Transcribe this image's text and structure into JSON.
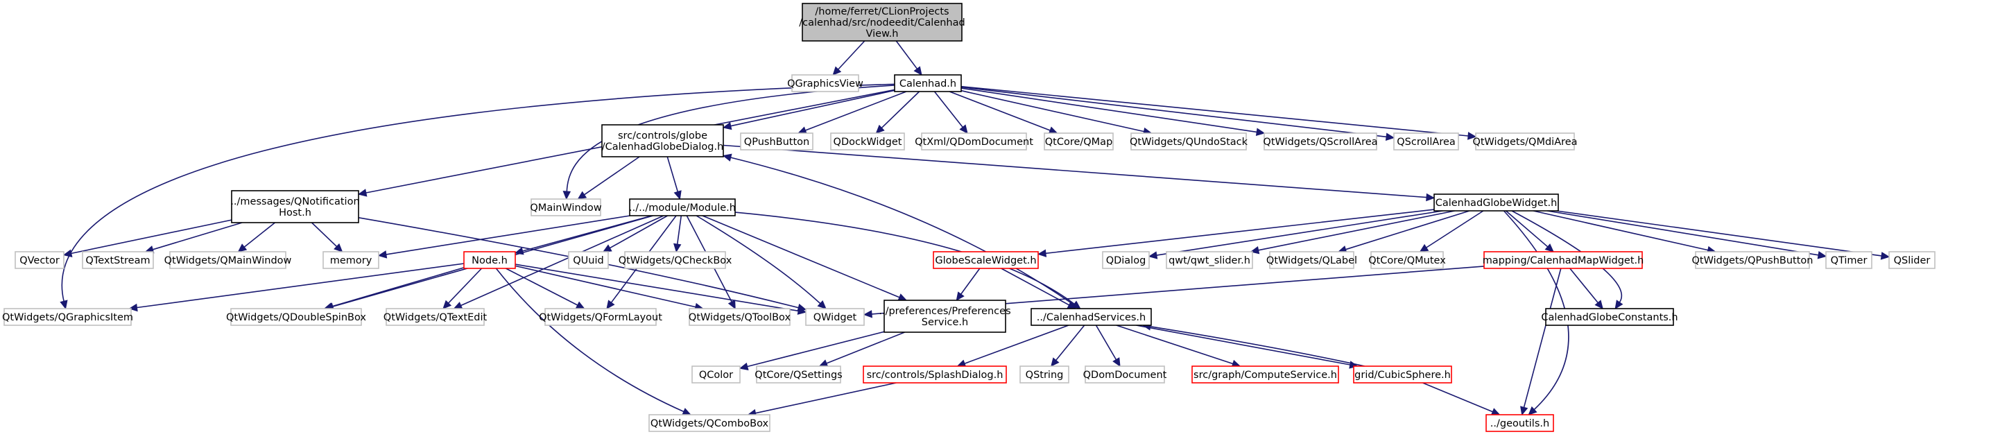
{
  "colors": {
    "edge": "#191970",
    "root_fill": "#bfbfbf",
    "normal_border": "#000000",
    "external_border": "#bfbfbf",
    "broken_border": "#ff0000",
    "text": "#000000",
    "background": "#ffffff"
  },
  "nodes": [
    {
      "id": "root",
      "lines": [
        "/home/ferret/CLionProjects",
        "/calenhad/src/nodeedit/Calenhad",
        "View.h"
      ],
      "style": "root"
    },
    {
      "id": "qgraphicsview",
      "lines": [
        "QGraphicsView"
      ],
      "style": "external"
    },
    {
      "id": "calenhad_h",
      "lines": [
        "Calenhad.h"
      ],
      "style": "normal"
    },
    {
      "id": "globedialog",
      "lines": [
        "src/controls/globe",
        "/CalenhadGlobeDialog.h"
      ],
      "style": "normal"
    },
    {
      "id": "qpushbutton",
      "lines": [
        "QPushButton"
      ],
      "style": "external"
    },
    {
      "id": "qdockwidget",
      "lines": [
        "QDockWidget"
      ],
      "style": "external"
    },
    {
      "id": "qdomdocument_xml",
      "lines": [
        "QtXml/QDomDocument"
      ],
      "style": "external"
    },
    {
      "id": "qmap",
      "lines": [
        "QtCore/QMap"
      ],
      "style": "external"
    },
    {
      "id": "qundostack",
      "lines": [
        "QtWidgets/QUndoStack"
      ],
      "style": "external"
    },
    {
      "id": "qscrollarea_w",
      "lines": [
        "QtWidgets/QScrollArea"
      ],
      "style": "external"
    },
    {
      "id": "qscrollarea",
      "lines": [
        "QScrollArea"
      ],
      "style": "external"
    },
    {
      "id": "qmdiarea",
      "lines": [
        "QtWidgets/QMdiArea"
      ],
      "style": "external"
    },
    {
      "id": "notification",
      "lines": [
        "../messages/QNotification",
        "Host.h"
      ],
      "style": "normal"
    },
    {
      "id": "qmainwindow",
      "lines": [
        "QMainWindow"
      ],
      "style": "external"
    },
    {
      "id": "module",
      "lines": [
        "../../module/Module.h"
      ],
      "style": "normal"
    },
    {
      "id": "globewidget",
      "lines": [
        "CalenhadGlobeWidget.h"
      ],
      "style": "normal"
    },
    {
      "id": "qvector",
      "lines": [
        "QVector"
      ],
      "style": "external"
    },
    {
      "id": "qtextstream",
      "lines": [
        "QTextStream"
      ],
      "style": "external"
    },
    {
      "id": "qmainwindow_w",
      "lines": [
        "QtWidgets/QMainWindow"
      ],
      "style": "external"
    },
    {
      "id": "memory",
      "lines": [
        "memory"
      ],
      "style": "external"
    },
    {
      "id": "node_h",
      "lines": [
        "Node.h"
      ],
      "style": "broken"
    },
    {
      "id": "quuid",
      "lines": [
        "QUuid"
      ],
      "style": "external"
    },
    {
      "id": "qcheckbox",
      "lines": [
        "QtWidgets/QCheckBox"
      ],
      "style": "external"
    },
    {
      "id": "globescale",
      "lines": [
        "GlobeScaleWidget.h"
      ],
      "style": "broken"
    },
    {
      "id": "qdialog",
      "lines": [
        "QDialog"
      ],
      "style": "external"
    },
    {
      "id": "qwt_slider",
      "lines": [
        "qwt/qwt_slider.h"
      ],
      "style": "external"
    },
    {
      "id": "qlabel",
      "lines": [
        "QtWidgets/QLabel"
      ],
      "style": "external"
    },
    {
      "id": "qmutex",
      "lines": [
        "QtCore/QMutex"
      ],
      "style": "external"
    },
    {
      "id": "mapwidget",
      "lines": [
        "mapping/CalenhadMapWidget.h"
      ],
      "style": "broken"
    },
    {
      "id": "qpushbutton_w",
      "lines": [
        "QtWidgets/QPushButton"
      ],
      "style": "external"
    },
    {
      "id": "qtimer",
      "lines": [
        "QTimer"
      ],
      "style": "external"
    },
    {
      "id": "qslider",
      "lines": [
        "QSlider"
      ],
      "style": "external"
    },
    {
      "id": "qgraphicsitem",
      "lines": [
        "QtWidgets/QGraphicsItem"
      ],
      "style": "external"
    },
    {
      "id": "qdoublespinbox",
      "lines": [
        "QtWidgets/QDoubleSpinBox"
      ],
      "style": "external"
    },
    {
      "id": "qtextedit",
      "lines": [
        "QtWidgets/QTextEdit"
      ],
      "style": "external"
    },
    {
      "id": "qformlayout",
      "lines": [
        "QtWidgets/QFormLayout"
      ],
      "style": "external"
    },
    {
      "id": "qtoolbox",
      "lines": [
        "QtWidgets/QToolBox"
      ],
      "style": "external"
    },
    {
      "id": "qwidget",
      "lines": [
        "QWidget"
      ],
      "style": "external"
    },
    {
      "id": "prefservice",
      "lines": [
        "../preferences/Preferences",
        "Service.h"
      ],
      "style": "normal"
    },
    {
      "id": "services",
      "lines": [
        "../CalenhadServices.h"
      ],
      "style": "normal"
    },
    {
      "id": "globeconstants",
      "lines": [
        "CalenhadGlobeConstants.h"
      ],
      "style": "normal"
    },
    {
      "id": "qcolor",
      "lines": [
        "QColor"
      ],
      "style": "external"
    },
    {
      "id": "qsettings",
      "lines": [
        "QtCore/QSettings"
      ],
      "style": "external"
    },
    {
      "id": "splash",
      "lines": [
        "src/controls/SplashDialog.h"
      ],
      "style": "broken"
    },
    {
      "id": "qstring",
      "lines": [
        "QString"
      ],
      "style": "external"
    },
    {
      "id": "qdomdocument",
      "lines": [
        "QDomDocument"
      ],
      "style": "external"
    },
    {
      "id": "computeservice",
      "lines": [
        "src/graph/ComputeService.h"
      ],
      "style": "broken"
    },
    {
      "id": "cubicsphere",
      "lines": [
        "grid/CubicSphere.h"
      ],
      "style": "broken"
    },
    {
      "id": "qcombobox",
      "lines": [
        "QtWidgets/QComboBox"
      ],
      "style": "external"
    },
    {
      "id": "geoutils",
      "lines": [
        "../geoutils.h"
      ],
      "style": "broken"
    }
  ],
  "edges": [
    [
      "root",
      "qgraphicsview"
    ],
    [
      "root",
      "calenhad_h"
    ],
    [
      "calenhad_h",
      "globedialog"
    ],
    [
      "calenhad_h",
      "qpushbutton"
    ],
    [
      "calenhad_h",
      "qdockwidget"
    ],
    [
      "calenhad_h",
      "qdomdocument_xml"
    ],
    [
      "calenhad_h",
      "qmap"
    ],
    [
      "calenhad_h",
      "qundostack"
    ],
    [
      "calenhad_h",
      "qscrollarea_w"
    ],
    [
      "calenhad_h",
      "qscrollarea"
    ],
    [
      "calenhad_h",
      "qmdiarea"
    ],
    [
      "calenhad_h",
      "notification"
    ],
    [
      "calenhad_h",
      "qmainwindow"
    ],
    [
      "calenhad_h",
      "qgraphicsitem"
    ],
    [
      "globedialog",
      "qmainwindow"
    ],
    [
      "globedialog",
      "module"
    ],
    [
      "globedialog",
      "globewidget"
    ],
    [
      "notification",
      "qvector"
    ],
    [
      "notification",
      "qtextstream"
    ],
    [
      "notification",
      "qmainwindow_w"
    ],
    [
      "notification",
      "memory"
    ],
    [
      "notification",
      "qwidget"
    ],
    [
      "module",
      "memory"
    ],
    [
      "module",
      "node_h"
    ],
    [
      "module",
      "quuid"
    ],
    [
      "module",
      "qcheckbox"
    ],
    [
      "module",
      "qdoublespinbox"
    ],
    [
      "module",
      "qtextedit"
    ],
    [
      "module",
      "qformlayout"
    ],
    [
      "module",
      "qtoolbox"
    ],
    [
      "module",
      "qwidget"
    ],
    [
      "module",
      "prefservice"
    ],
    [
      "module",
      "services"
    ],
    [
      "node_h",
      "qgraphicsitem"
    ],
    [
      "node_h",
      "qdoublespinbox"
    ],
    [
      "node_h",
      "qtextedit"
    ],
    [
      "node_h",
      "qformlayout"
    ],
    [
      "node_h",
      "qtoolbox"
    ],
    [
      "node_h",
      "qwidget"
    ],
    [
      "node_h",
      "qcombobox"
    ],
    [
      "globewidget",
      "globescale"
    ],
    [
      "globewidget",
      "qdialog"
    ],
    [
      "globewidget",
      "qwt_slider"
    ],
    [
      "globewidget",
      "qlabel"
    ],
    [
      "globewidget",
      "qmutex"
    ],
    [
      "globewidget",
      "mapwidget"
    ],
    [
      "globewidget",
      "globeconstants"
    ],
    [
      "globewidget",
      "qpushbutton_w"
    ],
    [
      "globewidget",
      "qtimer"
    ],
    [
      "globewidget",
      "qslider"
    ],
    [
      "globewidget",
      "geoutils"
    ],
    [
      "globescale",
      "prefservice"
    ],
    [
      "globescale",
      "services"
    ],
    [
      "mapwidget",
      "qwidget"
    ],
    [
      "mapwidget",
      "globeconstants"
    ],
    [
      "mapwidget",
      "geoutils"
    ],
    [
      "prefservice",
      "qcolor"
    ],
    [
      "prefservice",
      "qsettings"
    ],
    [
      "services",
      "globedialog"
    ],
    [
      "services",
      "splash"
    ],
    [
      "services",
      "qstring"
    ],
    [
      "services",
      "qdomdocument"
    ],
    [
      "services",
      "computeservice"
    ],
    [
      "services",
      "cubicsphere"
    ],
    [
      "cubicsphere",
      "services"
    ],
    [
      "cubicsphere",
      "geoutils"
    ],
    [
      "splash",
      "qcombobox"
    ]
  ]
}
